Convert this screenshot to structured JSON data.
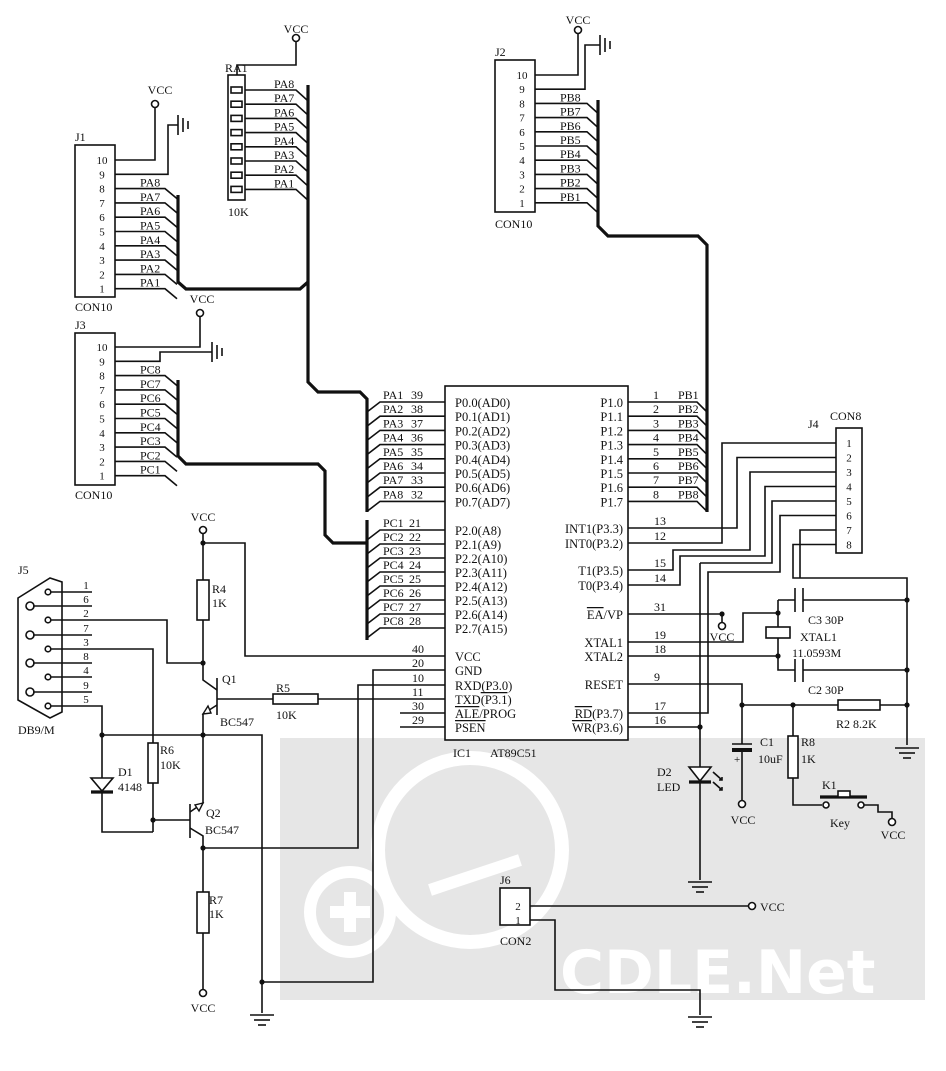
{
  "power": {
    "vcc": "VCC"
  },
  "watermark": {
    "text": "CDLE.Net"
  },
  "connectors": {
    "J1": {
      "ref": "J1",
      "type": "CON10",
      "pins": [
        "10",
        "9",
        "8",
        "7",
        "6",
        "5",
        "4",
        "3",
        "2",
        "1"
      ],
      "nets": [
        "PA8",
        "PA7",
        "PA6",
        "PA5",
        "PA4",
        "PA3",
        "PA2",
        "PA1"
      ]
    },
    "J3": {
      "ref": "J3",
      "type": "CON10",
      "pins": [
        "10",
        "9",
        "8",
        "7",
        "6",
        "5",
        "4",
        "3",
        "2",
        "1"
      ],
      "nets": [
        "PC8",
        "PC7",
        "PC6",
        "PC5",
        "PC4",
        "PC3",
        "PC2",
        "PC1"
      ]
    },
    "J2": {
      "ref": "J2",
      "type": "CON10",
      "pins": [
        "10",
        "9",
        "8",
        "7",
        "6",
        "5",
        "4",
        "3",
        "2",
        "1"
      ],
      "nets": [
        "PB8",
        "PB7",
        "PB6",
        "PB5",
        "PB4",
        "PB3",
        "PB2",
        "PB1"
      ]
    },
    "RA1": {
      "ref": "RA1",
      "value": "10K",
      "nets": [
        "PA8",
        "PA7",
        "PA6",
        "PA5",
        "PA4",
        "PA3",
        "PA2",
        "PA1"
      ]
    },
    "J4": {
      "ref": "J4",
      "type": "CON8",
      "pins": [
        "1",
        "2",
        "3",
        "4",
        "5",
        "6",
        "7",
        "8"
      ]
    },
    "J5": {
      "ref": "J5",
      "type": "DB9/M",
      "pins": [
        "1",
        "6",
        "2",
        "7",
        "3",
        "8",
        "4",
        "9",
        "5"
      ]
    },
    "J6": {
      "ref": "J6",
      "type": "CON2",
      "pins": [
        "2",
        "1"
      ]
    }
  },
  "ic": {
    "ref": "IC1",
    "part": "AT89C51",
    "port0": [
      {
        "net": "PA1",
        "pin": "39",
        "name": "P0.0(AD0)"
      },
      {
        "net": "PA2",
        "pin": "38",
        "name": "P0.1(AD1)"
      },
      {
        "net": "PA3",
        "pin": "37",
        "name": "P0.2(AD2)"
      },
      {
        "net": "PA4",
        "pin": "36",
        "name": "P0.3(AD3)"
      },
      {
        "net": "PA5",
        "pin": "35",
        "name": "P0.4(AD4)"
      },
      {
        "net": "PA6",
        "pin": "34",
        "name": "P0.5(AD5)"
      },
      {
        "net": "PA7",
        "pin": "33",
        "name": "P0.6(AD6)"
      },
      {
        "net": "PA8",
        "pin": "32",
        "name": "P0.7(AD7)"
      }
    ],
    "port2": [
      {
        "net": "PC1",
        "pin": "21",
        "name": "P2.0(A8)"
      },
      {
        "net": "PC2",
        "pin": "22",
        "name": "P2.1(A9)"
      },
      {
        "net": "PC3",
        "pin": "23",
        "name": "P2.2(A10)"
      },
      {
        "net": "PC4",
        "pin": "24",
        "name": "P2.3(A11)"
      },
      {
        "net": "PC5",
        "pin": "25",
        "name": "P2.4(A12)"
      },
      {
        "net": "PC6",
        "pin": "26",
        "name": "P2.5(A13)"
      },
      {
        "net": "PC7",
        "pin": "27",
        "name": "P2.6(A14)"
      },
      {
        "net": "PC8",
        "pin": "28",
        "name": "P2.7(A15)"
      }
    ],
    "left_misc": [
      {
        "pin": "40",
        "pre": "",
        "over": "",
        "rest": "VCC"
      },
      {
        "pin": "20",
        "pre": "",
        "over": "",
        "rest": "GND"
      },
      {
        "pin": "10",
        "pre": "",
        "over": "",
        "rest": "RXD(P3.0)"
      },
      {
        "pin": "11",
        "pre": "TXD",
        "over": "(P3.1",
        "rest": ")"
      },
      {
        "pin": "30",
        "pre": "",
        "over": "ALE",
        "rest": "/PROG"
      },
      {
        "pin": "29",
        "pre": "",
        "over": "PSEN",
        "rest": ""
      }
    ],
    "port1": [
      {
        "net": "PB1",
        "pin": "1",
        "name": "P1.0"
      },
      {
        "net": "PB2",
        "pin": "2",
        "name": "P1.1"
      },
      {
        "net": "PB3",
        "pin": "3",
        "name": "P1.2"
      },
      {
        "net": "PB4",
        "pin": "4",
        "name": "P1.3"
      },
      {
        "net": "PB5",
        "pin": "5",
        "name": "P1.4"
      },
      {
        "net": "PB6",
        "pin": "6",
        "name": "P1.5"
      },
      {
        "net": "PB7",
        "pin": "7",
        "name": "P1.6"
      },
      {
        "net": "PB8",
        "pin": "8",
        "name": "P1.7"
      }
    ],
    "right_misc": [
      {
        "pin": "13",
        "over": "",
        "rest": "INT1(P3.3)"
      },
      {
        "pin": "12",
        "over": "",
        "rest": "INT0(P3.2)"
      },
      {
        "pin": "15",
        "over": "",
        "rest": "T1(P3.5)"
      },
      {
        "pin": "14",
        "over": "",
        "rest": "T0(P3.4)"
      },
      {
        "pin": "31",
        "over": "EA",
        "rest": "/VP"
      },
      {
        "pin": "19",
        "over": "",
        "rest": "XTAL1"
      },
      {
        "pin": "18",
        "over": "",
        "rest": "XTAL2"
      },
      {
        "pin": "9",
        "over": "",
        "rest": "RESET"
      },
      {
        "pin": "17",
        "over": "RD",
        "rest": "(P3.7)"
      },
      {
        "pin": "16",
        "over": "WR",
        "rest": "(P3.6)"
      }
    ]
  },
  "components": {
    "R4": {
      "ref": "R4",
      "value": "1K"
    },
    "R5": {
      "ref": "R5",
      "value": "10K"
    },
    "R6": {
      "ref": "R6",
      "value": "10K"
    },
    "R7": {
      "ref": "R7",
      "value": "1K"
    },
    "R2": {
      "label": "R2  8.2K"
    },
    "R8": {
      "ref": "R8",
      "value": "1K"
    },
    "Q1": {
      "ref": "Q1",
      "value": "BC547"
    },
    "Q2": {
      "ref": "Q2",
      "value": "BC547"
    },
    "D1": {
      "ref": "D1",
      "value": "4148"
    },
    "D2": {
      "ref": "D2",
      "value": "LED"
    },
    "C1": {
      "ref": "C1",
      "value": "10uF"
    },
    "C2": {
      "label": "C2  30P"
    },
    "C3": {
      "label": "C3  30P"
    },
    "XTAL1": {
      "ref": "XTAL1",
      "value": "11.0593M"
    },
    "K1": {
      "ref": "K1",
      "value": "Key"
    }
  }
}
